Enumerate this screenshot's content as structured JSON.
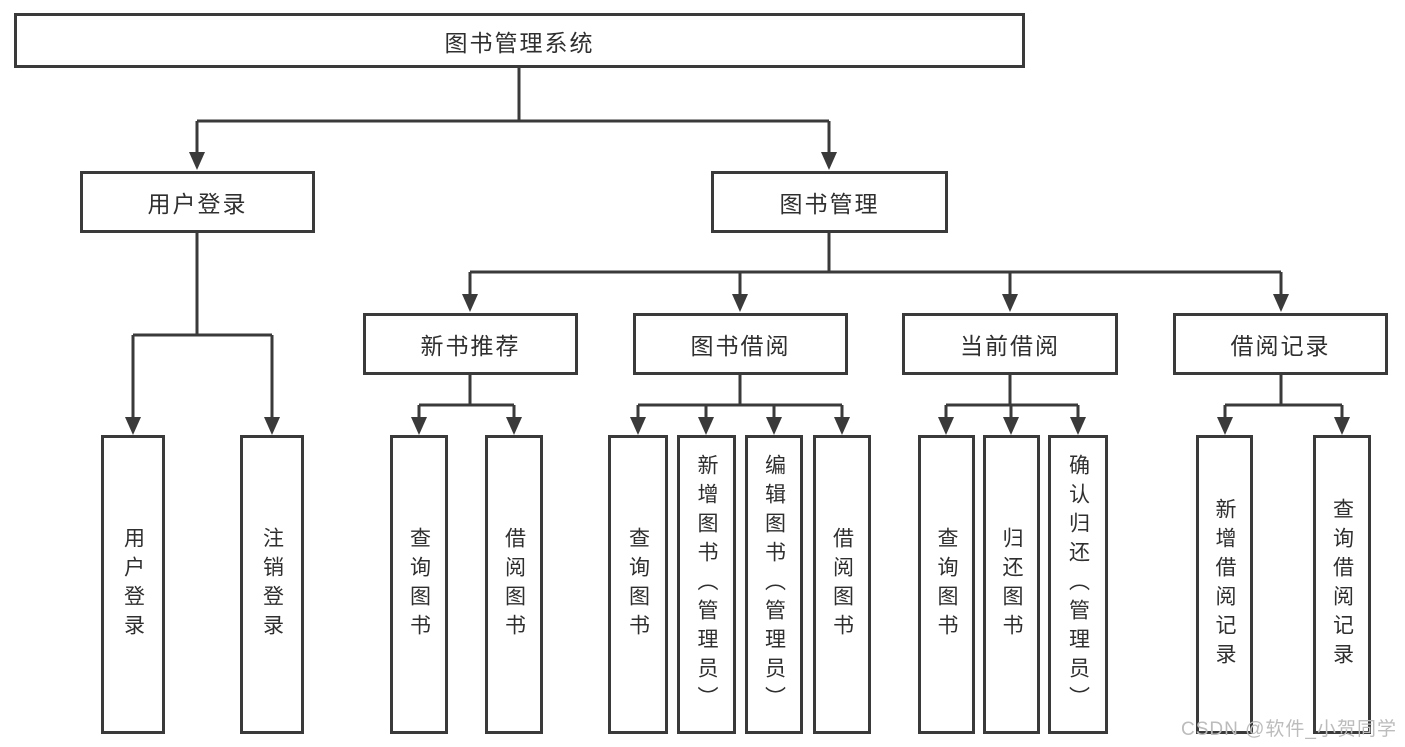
{
  "diagram": {
    "title": "图书管理系统",
    "root": {
      "label": "图书管理系统"
    },
    "level2": [
      {
        "id": "user-login",
        "label": "用户登录"
      },
      {
        "id": "book-management",
        "label": "图书管理"
      }
    ],
    "level3": [
      {
        "id": "new-book-recommend",
        "label": "新书推荐",
        "parent": "图书管理"
      },
      {
        "id": "book-borrow",
        "label": "图书借阅",
        "parent": "图书管理"
      },
      {
        "id": "current-borrow",
        "label": "当前借阅",
        "parent": "图书管理"
      },
      {
        "id": "borrow-records",
        "label": "借阅记录",
        "parent": "图书管理"
      }
    ],
    "leaves": [
      {
        "label": "用户登录",
        "parent": "用户登录"
      },
      {
        "label": "注销登录",
        "parent": "用户登录"
      },
      {
        "label": "查询图书",
        "parent": "新书推荐"
      },
      {
        "label": "借阅图书",
        "parent": "新书推荐"
      },
      {
        "label": "查询图书",
        "parent": "图书借阅"
      },
      {
        "label": "新增图书（管理员）",
        "parent": "图书借阅"
      },
      {
        "label": "编辑图书（管理员）",
        "parent": "图书借阅"
      },
      {
        "label": "借阅图书",
        "parent": "图书借阅"
      },
      {
        "label": "查询图书",
        "parent": "当前借阅"
      },
      {
        "label": "归还图书",
        "parent": "当前借阅"
      },
      {
        "label": "确认归还（管理员）",
        "parent": "当前借阅"
      },
      {
        "label": "新增借阅记录",
        "parent": "借阅记录"
      },
      {
        "label": "查询借阅记录",
        "parent": "借阅记录"
      }
    ]
  },
  "watermark": {
    "text": "CSDN @软件_小贺同学"
  },
  "colors": {
    "line": "#3a3a3a",
    "text": "#2f2f2f",
    "background": "#ffffff",
    "watermark": "#bcbcbc"
  }
}
